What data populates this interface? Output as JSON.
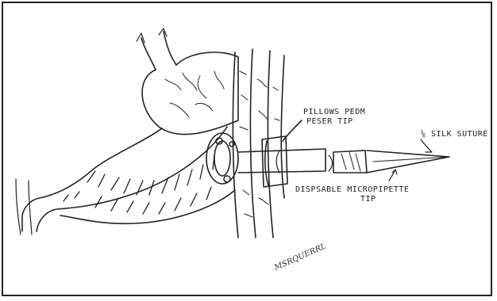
{
  "labels": {
    "pillows_line1": "PILLOWS PEDM",
    "pillows_line2": "PESER TIP",
    "suture": "⅙ SILK SUTURE",
    "micropipette_line1": "DISPSABLE MICROPIPETTE",
    "micropipette_line2": "TIP"
  },
  "signature": "MSRQUERRL",
  "colors": {
    "ink": "#222222",
    "paper": "#ffffff"
  }
}
